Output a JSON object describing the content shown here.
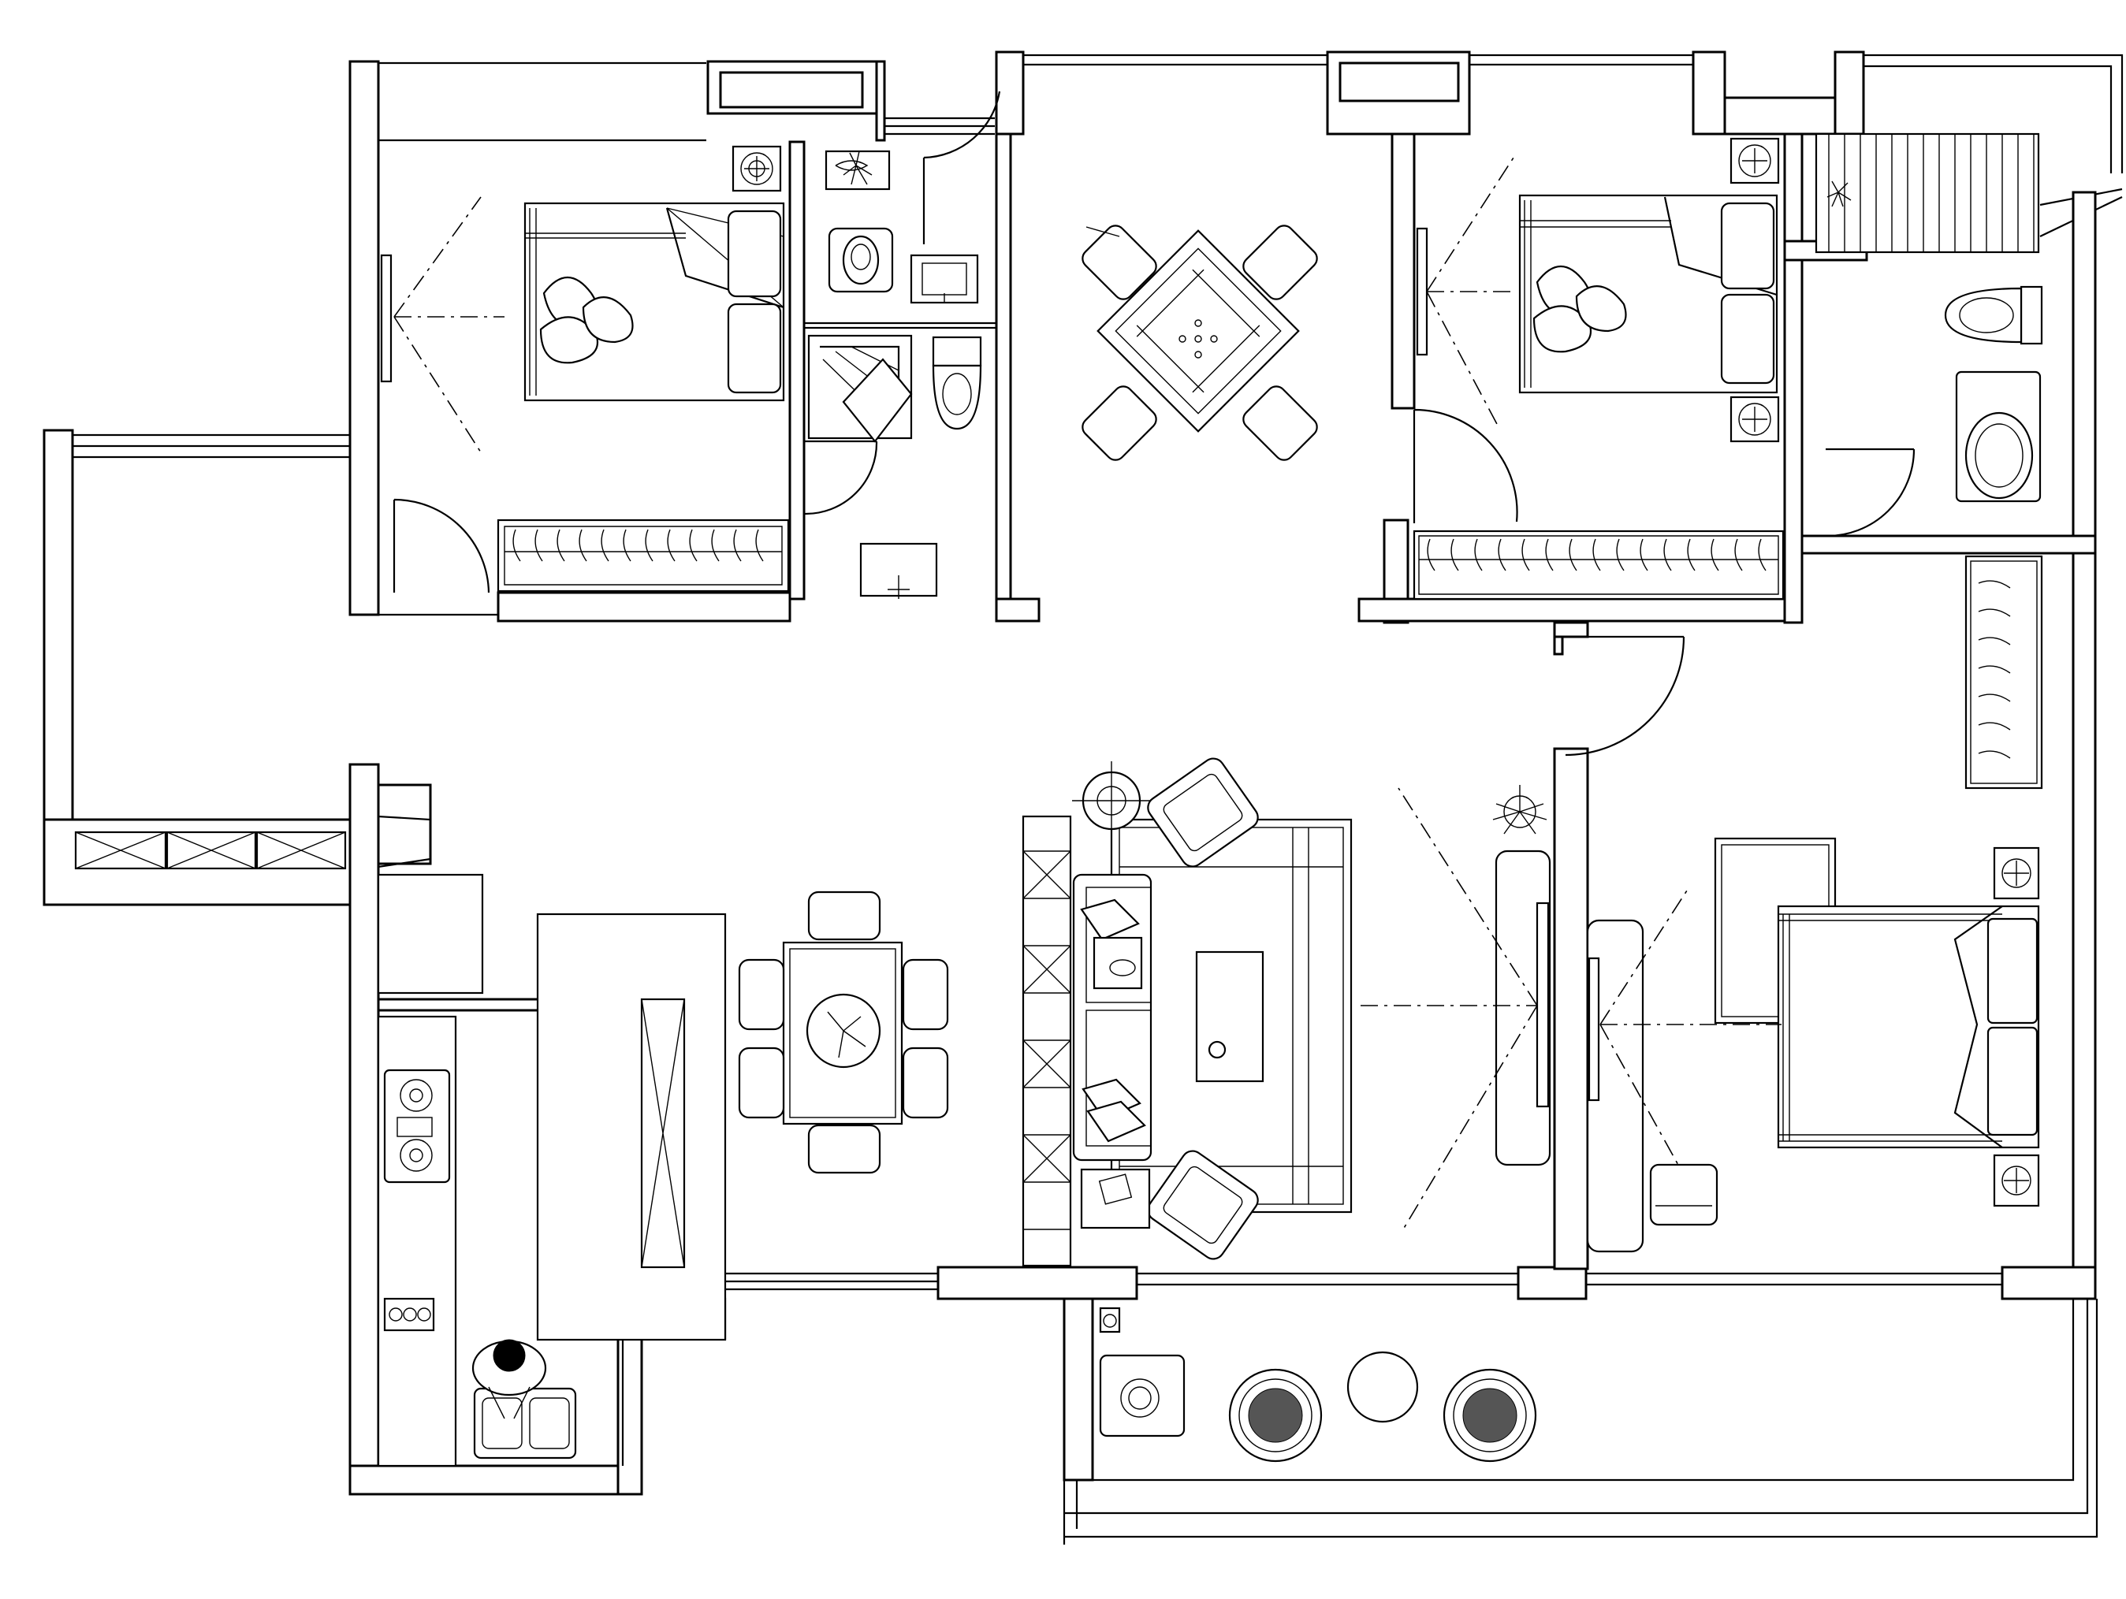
{
  "drawing": {
    "type": "residential floor plan",
    "style": "black line drawing on white background",
    "text_labels": []
  },
  "rooms": [
    {
      "id": "bedroom-northwest",
      "kind": "bedroom",
      "furniture": [
        "bed",
        "nightstand",
        "wardrobe",
        "tv-unit"
      ]
    },
    {
      "id": "bathroom-small",
      "kind": "bathroom",
      "furniture": [
        "squat-toilet",
        "wash-basin",
        "shower",
        "toilet"
      ]
    },
    {
      "id": "mahjong-room",
      "kind": "study",
      "furniture": [
        "square-table",
        "chair-x4"
      ]
    },
    {
      "id": "bedroom-north",
      "kind": "bedroom",
      "furniture": [
        "bed",
        "nightstand-x2",
        "wardrobe",
        "tv-unit"
      ]
    },
    {
      "id": "bathroom-ensuite",
      "kind": "bathroom",
      "furniture": [
        "toilet",
        "wash-basin",
        "shower"
      ]
    },
    {
      "id": "master-bedroom",
      "kind": "bedroom",
      "furniture": [
        "double-bed",
        "nightstand-x2",
        "rug",
        "desk-chair",
        "wardrobe",
        "tv"
      ]
    },
    {
      "id": "living-room",
      "kind": "living",
      "furniture": [
        "sofa",
        "armchair-x2",
        "coffee-table",
        "rug",
        "tv-cabinet",
        "potted-plant",
        "floor-lamp",
        "side-table"
      ]
    },
    {
      "id": "dining-area",
      "kind": "dining",
      "furniture": [
        "square-table",
        "chair-x6"
      ]
    },
    {
      "id": "kitchen",
      "kind": "kitchen",
      "furniture": [
        "gas-hob",
        "double-sink",
        "counter",
        "person"
      ]
    },
    {
      "id": "balcony-south",
      "kind": "balcony",
      "furniture": [
        "washing-machine",
        "round-table",
        "rattan-chair-x2"
      ]
    },
    {
      "id": "balcony-west",
      "kind": "balcony",
      "furniture": [
        "planter-box-x3"
      ]
    }
  ]
}
